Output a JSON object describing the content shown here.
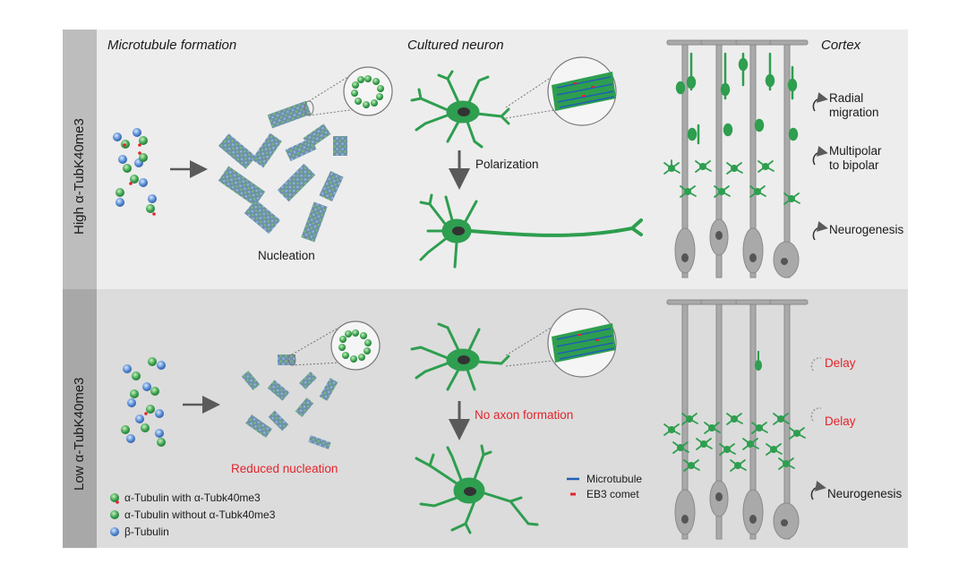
{
  "rows": {
    "high": "High α-TubK40me3",
    "low": "Low α-TubK40me3"
  },
  "columns": {
    "microtubule": "Microtubule formation",
    "neuron": "Cultured neuron",
    "cortex": "Cortex"
  },
  "top": {
    "nucleation": "Nucleation",
    "polarization": "Polarization",
    "radial_1": "Radial",
    "radial_2": "migration",
    "multipolar_1": "Multipolar",
    "multipolar_2": "to bipolar",
    "neurogenesis": "Neurogenesis"
  },
  "bottom": {
    "reduced_nucleation": "Reduced nucleation",
    "no_axon": "No axon formation",
    "delay_1": "Delay",
    "delay_2": "Delay",
    "neurogenesis": "Neurogenesis"
  },
  "legend": {
    "tub_with": "α-Tubulin with α-Tubk40me3",
    "tub_without": "α-Tubulin without α-Tubk40me3",
    "beta": "β-Tubulin",
    "microtubule": "Microtubule",
    "eb3": "EB3 comet"
  },
  "colors": {
    "green": "#3aa655",
    "blue": "#5b8fd4",
    "red": "#e3242b",
    "neuron": "#2e9e4f",
    "gray_cell": "#a9a9a9"
  }
}
